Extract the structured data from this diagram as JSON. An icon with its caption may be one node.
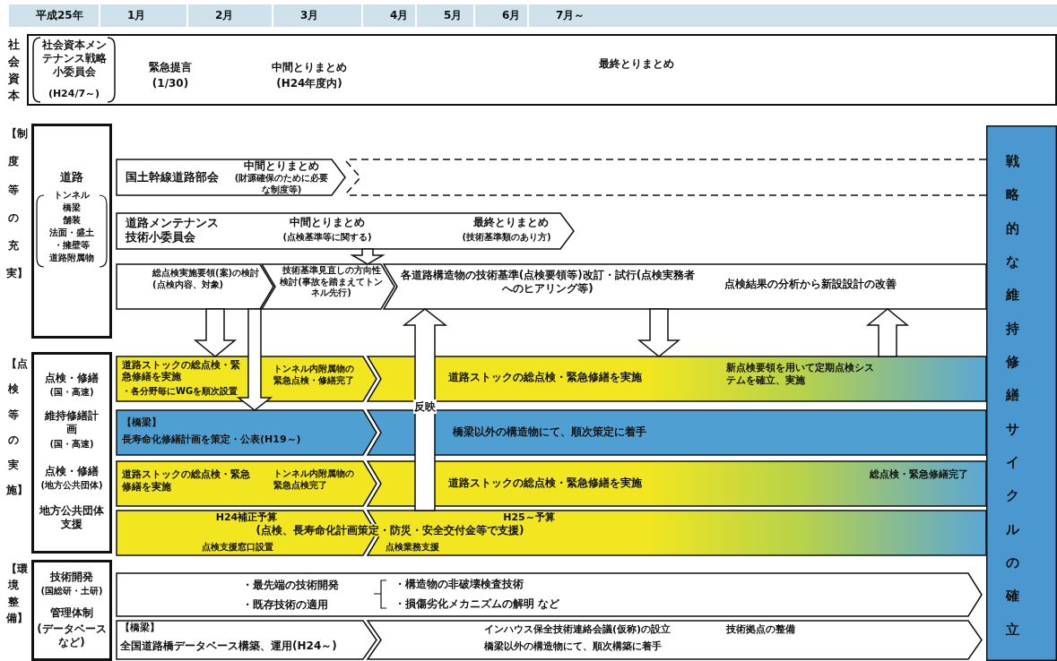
{
  "diagram": {
    "nodes": [
      {
        "text": [
          "社会資本"
        ]
      },
      {
        "text": [
          "社会資本メンテナンス戦略小委員会",
          "(H24/7～)"
        ],
        "in": 0
      },
      {
        "text": [
          "道路",
          "トンネル",
          "橋梁",
          "舗装",
          "法面・盛土",
          "・擁壁等",
          "道路附属物"
        ]
      },
      {
        "text": [
          "点検・修繕",
          "(国・高速)",
          "維持修繕計画",
          "(国・高速)",
          "点検・修繕",
          "(地方公共団体)",
          "地方公共団体支援"
        ]
      },
      {
        "text": [
          "技術開発",
          "(国総研・土研)",
          "管理体制",
          "(データベースなど)"
        ]
      },
      {
        "text": [
          "国土幹線道路部会",
          "中間とりまとめ",
          "(財源確保のために必要な制度等)"
        ]
      },
      {
        "text": [
          "道路メンテナンス技術小委員会",
          "中間とりまとめ",
          "(点検基準等に関する)",
          "最終とりまとめ",
          "(技術基準類のあり方)"
        ]
      },
      {
        "text": [
          "総点検実施要領(案)の検討(点検内容、対象)"
        ]
      },
      {
        "text": [
          "技術基準見直しの方向性検討(事故を踏まえてトンネル先行)"
        ]
      },
      {
        "text": [
          "各道路構造物の技術基準(点検要領等)改訂・試行(点検実務者へのヒアリング等)",
          "点検結果の分析から新設設計の改善"
        ]
      },
      {
        "text": [
          "道路ストックの総点検・緊急修繕を実施",
          "・各分野毎にWGを順次設置",
          "トンネル内附属物の緊急点検・修繕完了"
        ]
      },
      {
        "text": [
          "道路ストックの総点検・緊急修繕を実施",
          "新点検要領を用いて定期点検システムを確立、実施"
        ]
      },
      {
        "text": [
          "【橋梁】",
          "長寿命化修繕計画を策定・公表(H19～)"
        ]
      },
      {
        "text": [
          "橋梁以外の構造物にて、順次策定に着手"
        ]
      },
      {
        "text": [
          "道路ストックの総点検・緊急修繕を実施",
          "トンネル内附属物の緊急点検完了"
        ]
      },
      {
        "text": [
          "道路ストックの総点検・緊急修繕を実施",
          "総点検・緊急修繕完了"
        ]
      },
      {
        "text": [
          "H24補正予算",
          "点検支援窓口設置"
        ]
      },
      {
        "text": [
          "H25～予算",
          "点検業務支援"
        ]
      },
      {
        "text": [
          "・最先端の技術開発",
          "・既存技術の適用",
          "・構造物の非破壊検査技術",
          "・損傷劣化メカニズムの解明 など"
        ]
      },
      {
        "text": [
          "【橋梁】",
          "全国道路橋データベース構築、運用(H24～)"
        ]
      },
      {
        "text": [
          "インハウス保全技術連絡会議(仮称)の設立",
          "橋梁以外の構造物にて、順次構築に着手",
          "技術拠点の整備"
        ]
      },
      {
        "text": [
          "戦略的な維持修繕サイクルの確立"
        ]
      }
    ],
    "edges": [
      {
        "from": 6,
        "to": 8,
        "arrow": "to"
      },
      {
        "from": 7,
        "to": 10,
        "arrow": "to"
      },
      {
        "from": 7,
        "to": 12,
        "arrow": "to"
      },
      {
        "from": 17,
        "to": 9,
        "arrow": "to",
        "label": "反映"
      },
      {
        "from": 9,
        "to": 11,
        "arrow": "to"
      },
      {
        "from": 11,
        "to": 9,
        "arrow": "to"
      }
    ],
    "labels": [
      "平成25年",
      "1月",
      "2月",
      "3月",
      "4月",
      "5月",
      "6月",
      "7月～",
      "緊急提言",
      "(1/30)",
      "中間とりまとめ",
      "(H24年度内)",
      "最終とりまとめ",
      "【制度等の充実】",
      "【点検等の実施】",
      "(点検、長寿命化計画策定・防災・安全交付金等で支援)",
      "【環境整備】"
    ]
  }
}
